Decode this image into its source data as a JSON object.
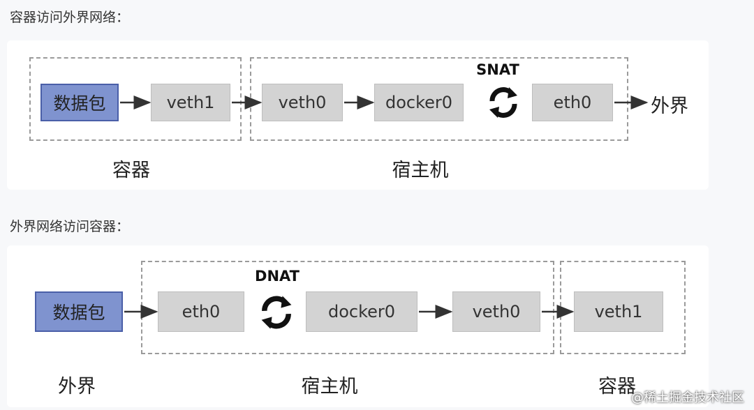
{
  "section1": {
    "heading": "容器访问外界网络：",
    "packet": "数据包",
    "container_iface": "veth1",
    "host_ifaces": [
      "veth0",
      "docker0",
      "eth0"
    ],
    "nat": "SNAT",
    "external": "外界",
    "container_label": "容器",
    "host_label": "宿主机"
  },
  "section2": {
    "heading": "外界网络访问容器：",
    "packet": "数据包",
    "host_ifaces": [
      "eth0",
      "docker0",
      "veth0"
    ],
    "container_iface": "veth1",
    "nat": "DNAT",
    "external_label": "外界",
    "host_label": "宿主机",
    "container_label": "容器"
  },
  "watermark": "@稀土掘金技术社区",
  "colors": {
    "packet": "#7f93cf",
    "iface": "#d3d3d3",
    "arrow": "#333333"
  }
}
